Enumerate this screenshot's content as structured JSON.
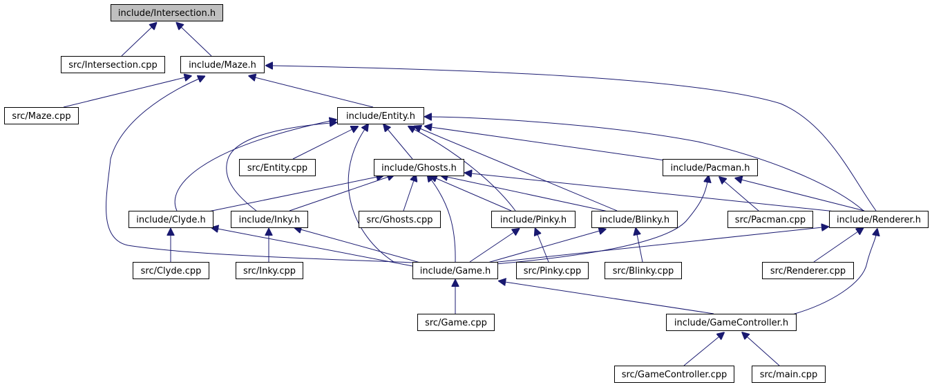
{
  "graph": {
    "title": "include/Intersection.h",
    "nodes": [
      {
        "id": "include_intersection_h",
        "label": "include/Intersection.h",
        "root": true
      },
      {
        "id": "src_intersection_cpp",
        "label": "src/Intersection.cpp"
      },
      {
        "id": "include_maze_h",
        "label": "include/Maze.h"
      },
      {
        "id": "src_maze_cpp",
        "label": "src/Maze.cpp"
      },
      {
        "id": "include_entity_h",
        "label": "include/Entity.h"
      },
      {
        "id": "src_entity_cpp",
        "label": "src/Entity.cpp"
      },
      {
        "id": "include_ghosts_h",
        "label": "include/Ghosts.h"
      },
      {
        "id": "include_pacman_h",
        "label": "include/Pacman.h"
      },
      {
        "id": "include_clyde_h",
        "label": "include/Clyde.h"
      },
      {
        "id": "include_inky_h",
        "label": "include/Inky.h"
      },
      {
        "id": "src_ghosts_cpp",
        "label": "src/Ghosts.cpp"
      },
      {
        "id": "include_pinky_h",
        "label": "include/Pinky.h"
      },
      {
        "id": "include_blinky_h",
        "label": "include/Blinky.h"
      },
      {
        "id": "src_pacman_cpp",
        "label": "src/Pacman.cpp"
      },
      {
        "id": "include_renderer_h",
        "label": "include/Renderer.h"
      },
      {
        "id": "src_clyde_cpp",
        "label": "src/Clyde.cpp"
      },
      {
        "id": "src_inky_cpp",
        "label": "src/Inky.cpp"
      },
      {
        "id": "include_game_h",
        "label": "include/Game.h"
      },
      {
        "id": "src_pinky_cpp",
        "label": "src/Pinky.cpp"
      },
      {
        "id": "src_blinky_cpp",
        "label": "src/Blinky.cpp"
      },
      {
        "id": "src_renderer_cpp",
        "label": "src/Renderer.cpp"
      },
      {
        "id": "src_game_cpp",
        "label": "src/Game.cpp"
      },
      {
        "id": "include_gamecontroller_h",
        "label": "include/GameController.h"
      },
      {
        "id": "src_gamecontroller_cpp",
        "label": "src/GameController.cpp"
      },
      {
        "id": "src_main_cpp",
        "label": "src/main.cpp"
      }
    ],
    "edges": [
      {
        "from": "include_intersection_h",
        "to": "src_intersection_cpp"
      },
      {
        "from": "include_intersection_h",
        "to": "include_maze_h"
      },
      {
        "from": "include_maze_h",
        "to": "src_maze_cpp"
      },
      {
        "from": "include_maze_h",
        "to": "include_entity_h"
      },
      {
        "from": "include_maze_h",
        "to": "include_game_h"
      },
      {
        "from": "include_maze_h",
        "to": "include_renderer_h"
      },
      {
        "from": "include_entity_h",
        "to": "src_entity_cpp"
      },
      {
        "from": "include_entity_h",
        "to": "include_ghosts_h"
      },
      {
        "from": "include_entity_h",
        "to": "include_clyde_h"
      },
      {
        "from": "include_entity_h",
        "to": "include_inky_h"
      },
      {
        "from": "include_entity_h",
        "to": "include_game_h"
      },
      {
        "from": "include_entity_h",
        "to": "include_pinky_h"
      },
      {
        "from": "include_entity_h",
        "to": "include_blinky_h"
      },
      {
        "from": "include_entity_h",
        "to": "include_pacman_h"
      },
      {
        "from": "include_entity_h",
        "to": "include_renderer_h"
      },
      {
        "from": "include_ghosts_h",
        "to": "include_clyde_h"
      },
      {
        "from": "include_ghosts_h",
        "to": "include_inky_h"
      },
      {
        "from": "include_ghosts_h",
        "to": "src_ghosts_cpp"
      },
      {
        "from": "include_ghosts_h",
        "to": "include_game_h"
      },
      {
        "from": "include_ghosts_h",
        "to": "include_pinky_h"
      },
      {
        "from": "include_ghosts_h",
        "to": "include_blinky_h"
      },
      {
        "from": "include_ghosts_h",
        "to": "include_renderer_h"
      },
      {
        "from": "include_pacman_h",
        "to": "src_pacman_cpp"
      },
      {
        "from": "include_pacman_h",
        "to": "include_renderer_h"
      },
      {
        "from": "include_pacman_h",
        "to": "include_game_h"
      },
      {
        "from": "include_clyde_h",
        "to": "src_clyde_cpp"
      },
      {
        "from": "include_clyde_h",
        "to": "include_game_h"
      },
      {
        "from": "include_inky_h",
        "to": "src_inky_cpp"
      },
      {
        "from": "include_inky_h",
        "to": "include_game_h"
      },
      {
        "from": "include_pinky_h",
        "to": "include_game_h"
      },
      {
        "from": "include_pinky_h",
        "to": "src_pinky_cpp"
      },
      {
        "from": "include_blinky_h",
        "to": "include_game_h"
      },
      {
        "from": "include_blinky_h",
        "to": "src_blinky_cpp"
      },
      {
        "from": "include_renderer_h",
        "to": "include_game_h"
      },
      {
        "from": "include_renderer_h",
        "to": "src_renderer_cpp"
      },
      {
        "from": "include_renderer_h",
        "to": "include_gamecontroller_h"
      },
      {
        "from": "include_game_h",
        "to": "src_game_cpp"
      },
      {
        "from": "include_game_h",
        "to": "include_gamecontroller_h"
      },
      {
        "from": "include_gamecontroller_h",
        "to": "src_gamecontroller_cpp"
      },
      {
        "from": "include_gamecontroller_h",
        "to": "src_main_cpp"
      }
    ]
  }
}
